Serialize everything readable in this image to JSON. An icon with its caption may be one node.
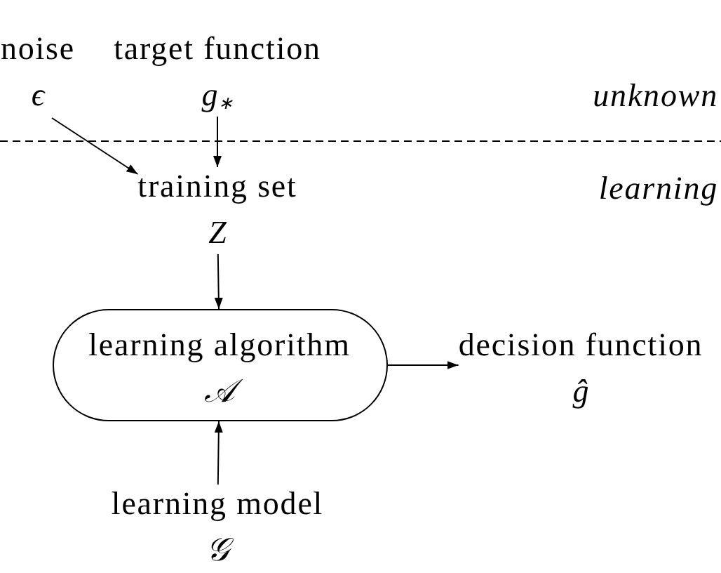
{
  "diagram": {
    "nodes": [
      {
        "text": [
          "noise",
          "ϵ"
        ]
      },
      {
        "text": [
          "target function",
          "g$_{∗}$"
        ]
      },
      {
        "text": [
          "training set",
          "Z"
        ]
      },
      {
        "text": [
          "learning algorithm",
          "𝒜"
        ]
      },
      {
        "text": [
          "decision function",
          "ĝ"
        ]
      },
      {
        "text": [
          "learning model",
          "𝒢"
        ]
      }
    ],
    "edges": [
      {
        "from": 0,
        "to": 2,
        "arrow": "to"
      },
      {
        "from": 1,
        "to": 2,
        "arrow": "to"
      },
      {
        "from": 2,
        "to": 3,
        "arrow": "to"
      },
      {
        "from": 5,
        "to": 3,
        "arrow": "to"
      },
      {
        "from": 3,
        "to": 4,
        "arrow": "to"
      }
    ],
    "labels": [
      "unknown",
      "learning"
    ]
  }
}
